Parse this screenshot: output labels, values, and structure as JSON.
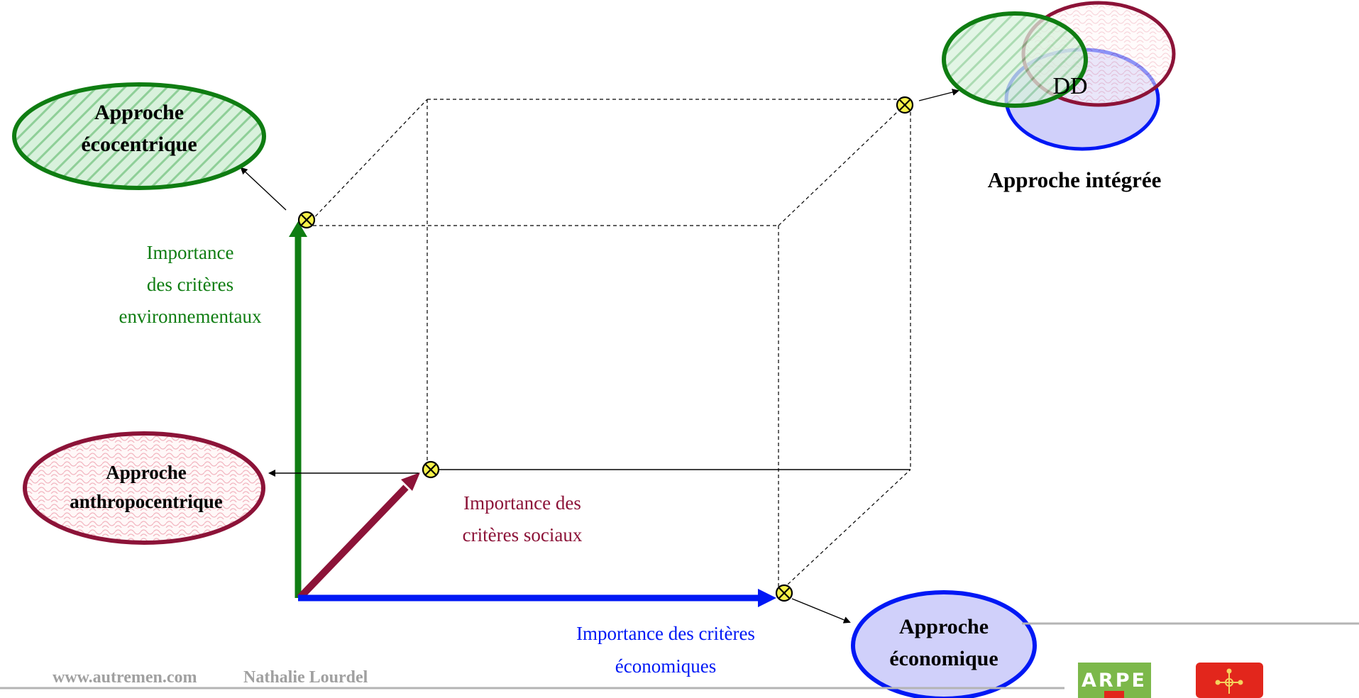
{
  "footer": {
    "website": "www.autremen.com",
    "author": "Nathalie Lourdel",
    "logo_arpe": "ARPE"
  },
  "axes": {
    "environmental": [
      "Importance",
      "des critères",
      "environnementaux"
    ],
    "social": [
      "Importance des",
      "critères sociaux"
    ],
    "economic": [
      "Importance des critères",
      "économiques"
    ]
  },
  "approaches": {
    "ecocentric": [
      "Approche",
      "écocentrique"
    ],
    "anthropocentric": [
      "Approche",
      "anthropocentrique"
    ],
    "economic": [
      "Approche",
      "économique"
    ],
    "integrated": "Approche intégrée",
    "dd": "DD"
  },
  "colors": {
    "environmental": "#0f7d12",
    "social": "#8c1338",
    "economic": "#0018f5",
    "marker_fill": "#f7f24a"
  }
}
